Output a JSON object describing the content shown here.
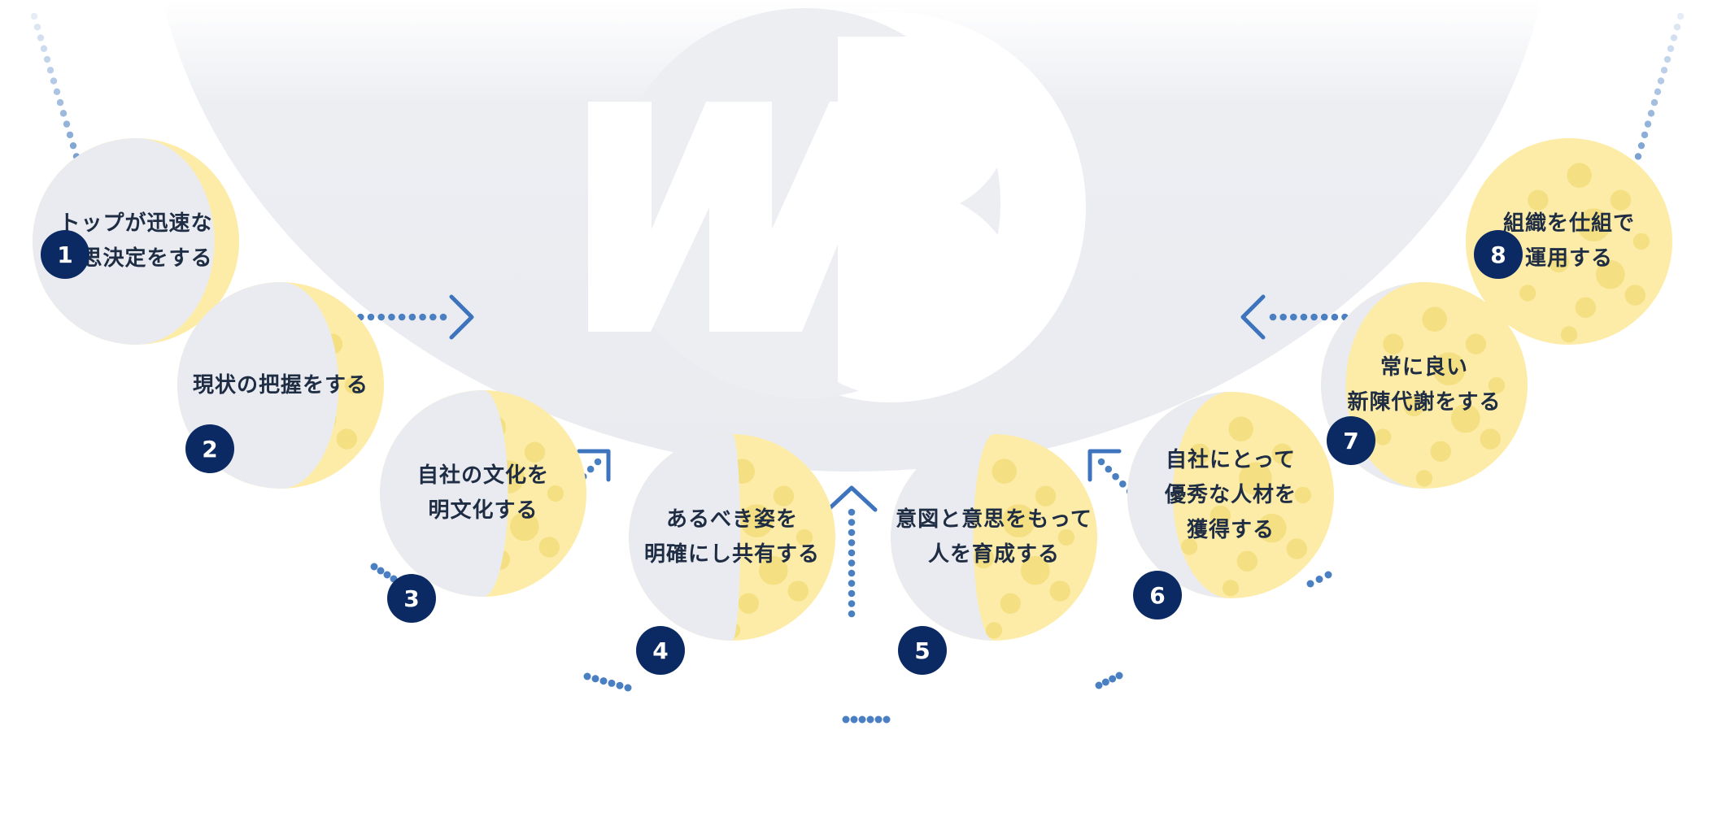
{
  "logo": {
    "letter": "W",
    "icon": "wb-crescent-logo-icon"
  },
  "colors": {
    "badge": "#0b2a63",
    "moon_dark": "#e9ebf0",
    "moon_light": "#fdeca7",
    "crater": "#f2dd7b",
    "dots": "#4a7fc1",
    "arrow": "#3d74bd",
    "text": "#1f2d44"
  },
  "steps": [
    {
      "number": "1",
      "lines": [
        "トップが迅速な",
        "意思決定をする"
      ],
      "phase": 0.12
    },
    {
      "number": "2",
      "lines": [
        "現状の把握をする"
      ],
      "phase": 0.22
    },
    {
      "number": "3",
      "lines": [
        "自社の文化を",
        "明文化する"
      ],
      "phase": 0.38
    },
    {
      "number": "4",
      "lines": [
        "あるべき姿を",
        "明確にし共有する"
      ],
      "phase": 0.46
    },
    {
      "number": "5",
      "lines": [
        "意図と意思をもって",
        "人を育成する"
      ],
      "phase": 0.6
    },
    {
      "number": "6",
      "lines": [
        "自社にとって",
        "優秀な人材を",
        "獲得する"
      ],
      "phase": 0.78
    },
    {
      "number": "7",
      "lines": [
        "常に良い",
        "新陳代謝をする"
      ],
      "phase": 0.88
    },
    {
      "number": "8",
      "lines": [
        "組織を仕組で",
        "運用する"
      ],
      "phase": 1.0
    }
  ]
}
